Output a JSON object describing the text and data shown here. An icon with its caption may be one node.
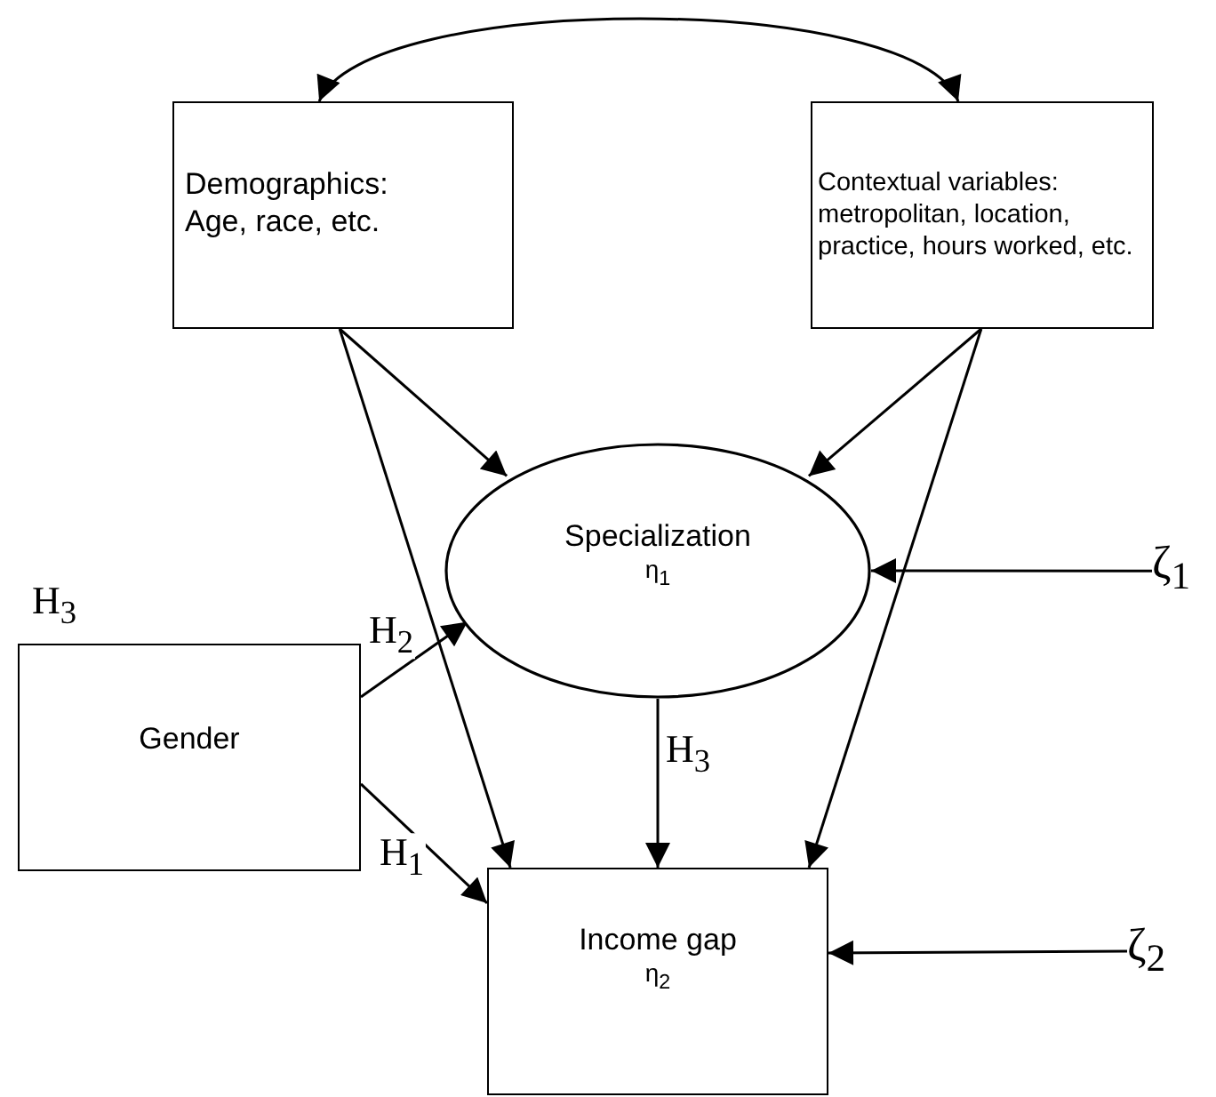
{
  "diagram": {
    "nodes": [
      {
        "text": [
          "Demographics: Age, race, etc."
        ]
      },
      {
        "text": [
          "Contextual variables: metropolitan, location, practice, hours worked, etc."
        ]
      },
      {
        "text": [
          "Specialization",
          "η$_{1}$"
        ]
      },
      {
        "text": [
          "Gender"
        ],
        "beside": [
          "H$_{3}$"
        ]
      },
      {
        "text": [
          "Income gap",
          "η$_{2}$"
        ]
      },
      {
        "text": [
          "ζ$_{1}$"
        ]
      },
      {
        "text": [
          "ζ$_{2}$"
        ]
      }
    ],
    "edges": [
      {
        "from": 0,
        "to": 1,
        "arrow": "both"
      },
      {
        "from": 0,
        "to": 2,
        "arrow": "to"
      },
      {
        "from": 0,
        "to": 4,
        "arrow": "to"
      },
      {
        "from": 1,
        "to": 2,
        "arrow": "to"
      },
      {
        "from": 1,
        "to": 4,
        "arrow": "to"
      },
      {
        "from": 3,
        "to": 2,
        "arrow": "to",
        "label": "H$_{2}$"
      },
      {
        "from": 3,
        "to": 4,
        "arrow": "to",
        "label": "H$_{1}$"
      },
      {
        "from": 2,
        "to": 4,
        "arrow": "to",
        "label": "H$_{3}$"
      },
      {
        "from": 5,
        "to": 2,
        "arrow": "to"
      },
      {
        "from": 6,
        "to": 4,
        "arrow": "to"
      }
    ]
  }
}
